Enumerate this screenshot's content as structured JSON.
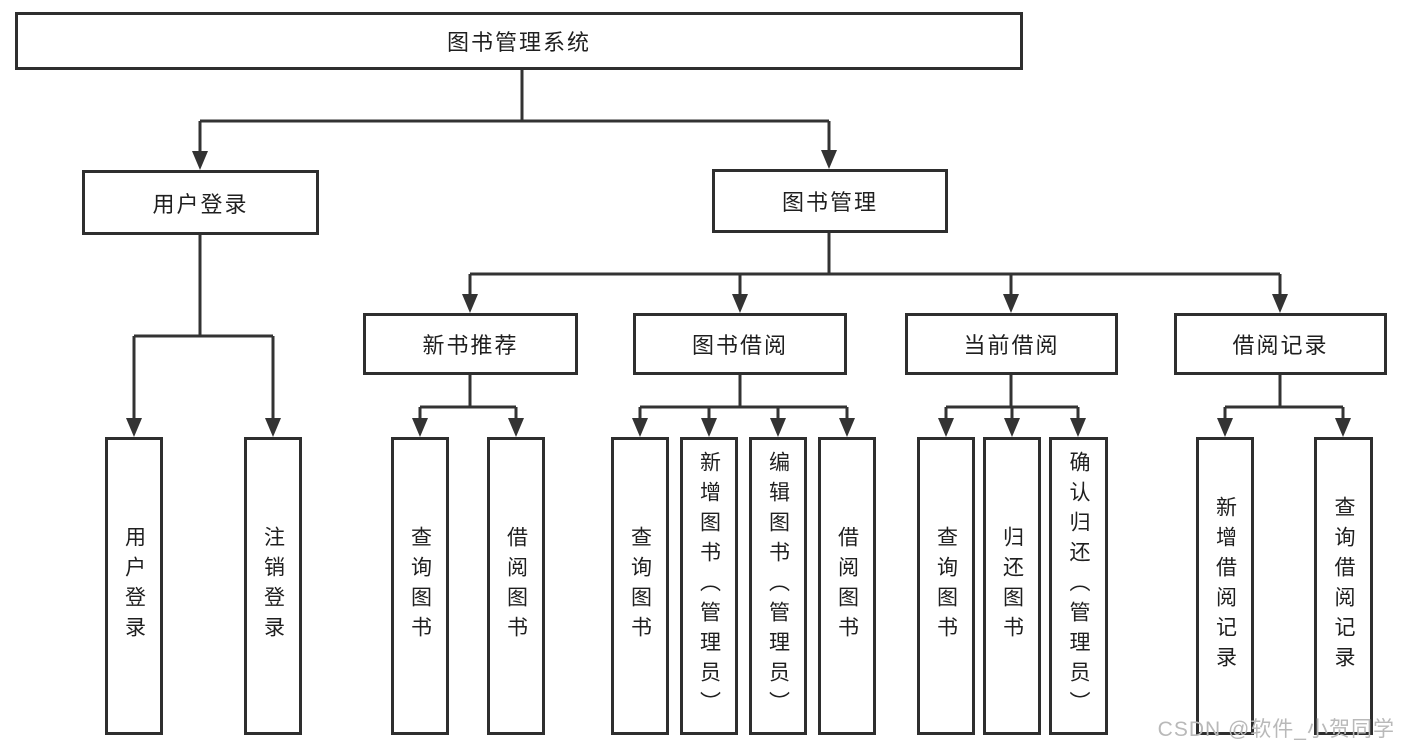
{
  "tree": {
    "root": {
      "label": "图书管理系统",
      "children": [
        {
          "label": "用户登录",
          "children": [
            {
              "label": "用户登录"
            },
            {
              "label": "注销登录"
            }
          ]
        },
        {
          "label": "图书管理",
          "children": [
            {
              "label": "新书推荐",
              "children": [
                {
                  "label": "查询图书"
                },
                {
                  "label": "借阅图书"
                }
              ]
            },
            {
              "label": "图书借阅",
              "children": [
                {
                  "label": "查询图书"
                },
                {
                  "label": "新增图书（管理员）"
                },
                {
                  "label": "编辑图书（管理员）"
                },
                {
                  "label": "借阅图书"
                }
              ]
            },
            {
              "label": "当前借阅",
              "children": [
                {
                  "label": "查询图书"
                },
                {
                  "label": "归还图书"
                },
                {
                  "label": "确认归还（管理员）"
                }
              ]
            },
            {
              "label": "借阅记录",
              "children": [
                {
                  "label": "新增借阅记录"
                },
                {
                  "label": "查询借阅记录"
                }
              ]
            }
          ]
        }
      ]
    }
  },
  "watermark": {
    "text": "CSDN @软件_小贺同学"
  },
  "colors": {
    "line": "#333333",
    "box_border": "#2e2e2e",
    "text": "#1f1f1f",
    "watermark": "#b9b9b9",
    "background": "#ffffff"
  }
}
